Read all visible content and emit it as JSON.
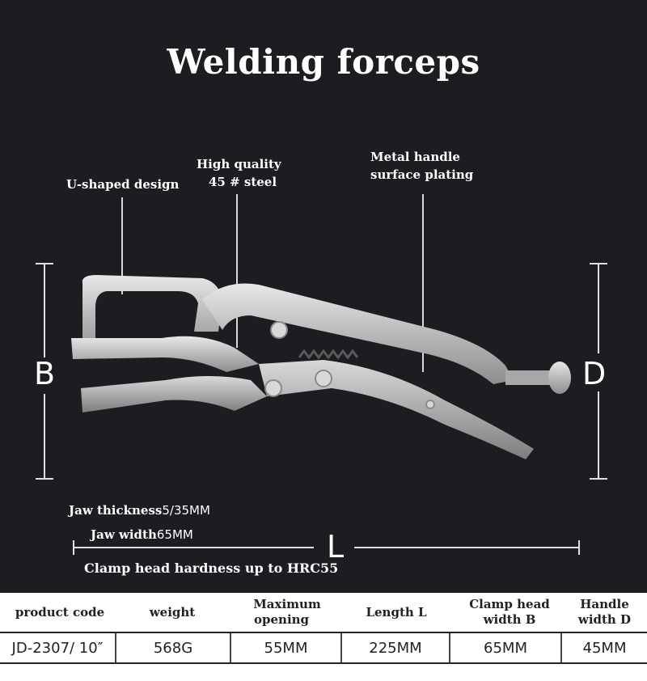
{
  "title": "Welding forceps",
  "callouts": {
    "u_shape": "U-shaped design",
    "steel_line1": "High quality",
    "steel_line2": "45 # steel",
    "handle_line1": "Metal handle",
    "handle_line2": "surface plating"
  },
  "dimensions": {
    "left": "B",
    "right": "D",
    "bottom": "L"
  },
  "specs": {
    "jaw_thickness_label": "Jaw thickness",
    "jaw_thickness_value": "5/35MM",
    "jaw_width_label": "Jaw width",
    "jaw_width_value": "65MM",
    "hardness": "Clamp head hardness up to HRC55"
  },
  "table": {
    "headers": {
      "product_code": "product code",
      "weight": "weight",
      "max_opening_1": "Maximum",
      "max_opening_2": "opening",
      "length": "Length L",
      "clamp_width_1": "Clamp head",
      "clamp_width_2": "width B",
      "handle_width_1": "Handle",
      "handle_width_2": "width D"
    },
    "row": {
      "product_code": "JD-2307/ 10″",
      "weight": "568G",
      "max_opening": "55MM",
      "length": "225MM",
      "clamp_width": "65MM",
      "handle_width": "45MM"
    }
  },
  "colors": {
    "background": "#1f1c21",
    "tool_metal": "#c9c9c9",
    "text": "#ffffff"
  }
}
